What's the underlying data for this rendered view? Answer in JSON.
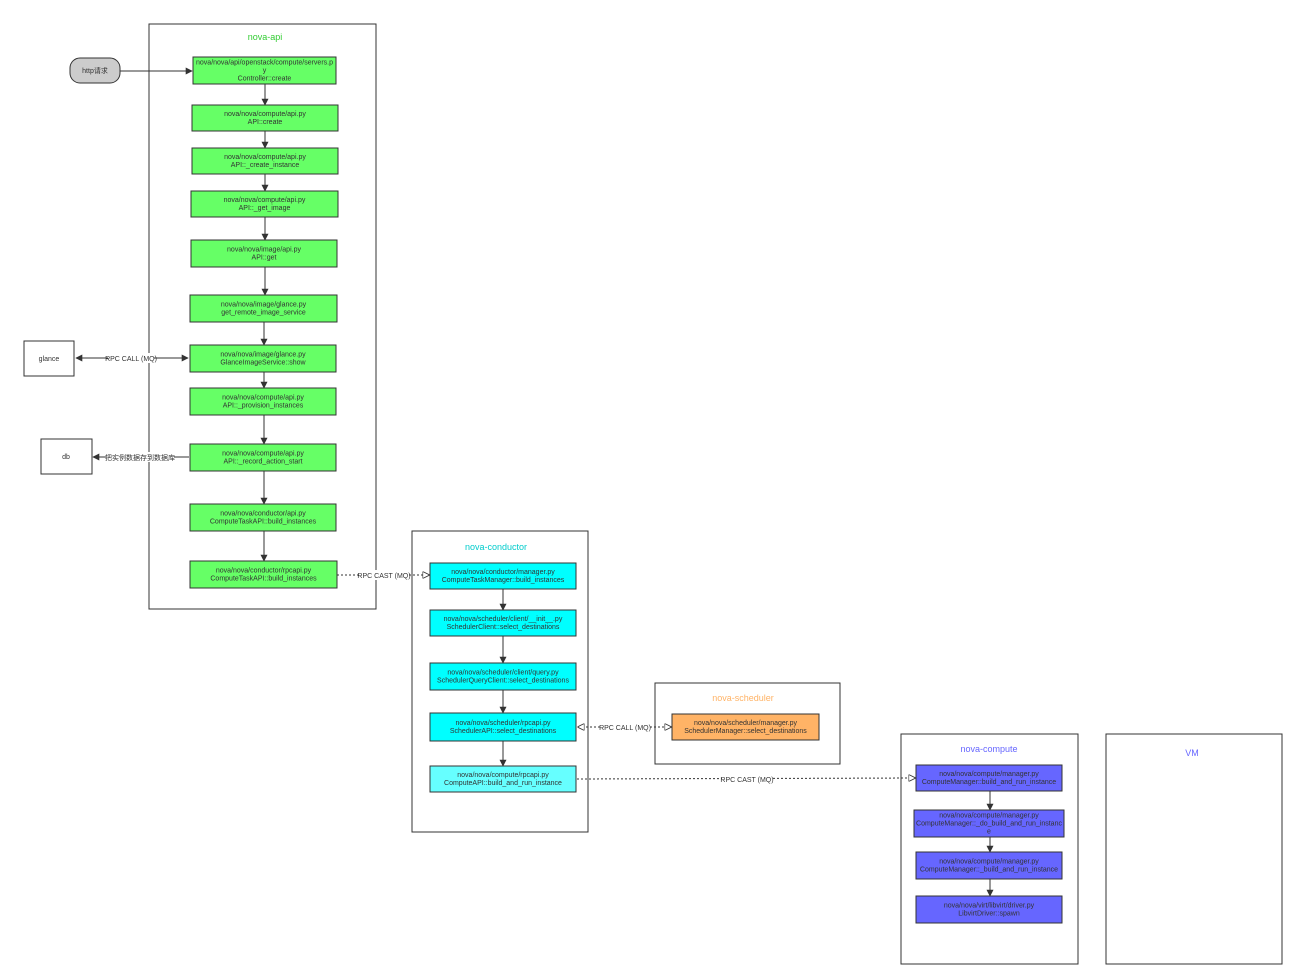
{
  "colors": {
    "api_node": "#66ff66",
    "conductor_node": "#00ffff",
    "conductor_node_last": "#66ffff",
    "scheduler_node": "#ffb366",
    "compute_node": "#6666ff",
    "api_title": "#33cc33",
    "conductor_title": "#00cccc",
    "scheduler_title": "#ffb366",
    "compute_title": "#6666ff",
    "vm_title": "#6666ff"
  },
  "clusters": {
    "api": "nova-api",
    "conductor": "nova-conductor",
    "scheduler": "nova-scheduler",
    "compute": "nova-compute",
    "vm": "VM"
  },
  "external": {
    "http": "http请求",
    "glance": "glance",
    "db": "db"
  },
  "api_nodes": [
    {
      "l1": "nova/nova/api/openstack/compute/servers.p",
      "l2": "y",
      "l3": "Controller::create"
    },
    {
      "l1": "nova/nova/compute/api.py",
      "l2": "API::create"
    },
    {
      "l1": "nova/nova/compute/api.py",
      "l2": "API::_create_instance"
    },
    {
      "l1": "nova/nova/compute/api.py",
      "l2": "API::_get_image"
    },
    {
      "l1": "nova/nova/image/api.py",
      "l2": "API::get"
    },
    {
      "l1": "nova/nova/image/glance.py",
      "l2": "get_remote_image_service"
    },
    {
      "l1": "nova/nova/image/glance.py",
      "l2": "GlanceImageService::show"
    },
    {
      "l1": "nova/nova/compute/api.py",
      "l2": "API::_provision_instances"
    },
    {
      "l1": "nova/nova/compute/api.py",
      "l2": "API::_record_action_start"
    },
    {
      "l1": "nova/nova/conductor/api.py",
      "l2": "ComputeTaskAPI::build_instances"
    },
    {
      "l1": "nova/nova/conductor/rpcapi.py",
      "l2": "ComputeTaskAPI::build_instances"
    }
  ],
  "conductor_nodes": [
    {
      "l1": "nova/nova/conductor/manager.py",
      "l2": "ComputeTaskManager::build_instances"
    },
    {
      "l1": "nova/nova/scheduler/client/__init__.py",
      "l2": "SchedulerClient::select_destinations"
    },
    {
      "l1": "nova/nova/scheduler/client/query.py",
      "l2": "SchedulerQueryClient::select_destinations"
    },
    {
      "l1": "nova/nova/scheduler/rpcapi.py",
      "l2": "SchedulerAPI::select_destinations"
    },
    {
      "l1": "nova/nova/compute/rpcapi.py",
      "l2": "ComputeAPI::build_and_run_instance"
    }
  ],
  "scheduler_nodes": [
    {
      "l1": "nova/nova/scheduler/manager.py",
      "l2": "SchedulerManager::select_destinations"
    }
  ],
  "compute_nodes": [
    {
      "l1": "nova/nova/compute/manager.py",
      "l2": "ComputeManager::build_and_run_instance"
    },
    {
      "l1": "nova/nova/compute/manager.py",
      "l2": "ComputeManager::_do_build_and_run_instanc",
      "l3": "e"
    },
    {
      "l1": "nova/nova/compute/manager.py",
      "l2": "ComputeManager::_build_and_run_instance"
    },
    {
      "l1": "nova/nova/virt/libvirt/driver.py",
      "l2": "LibvirtDriver::spawn"
    }
  ],
  "edge_labels": {
    "glance_rpc": "RPC CALL (MQ)",
    "db_write": "把实例数据存到数据库",
    "conductor_rpc": "RPC CAST (MQ)",
    "scheduler_rpc": "RPC CALL (MQ)",
    "compute_rpc": "RPC CAST (MQ)"
  }
}
